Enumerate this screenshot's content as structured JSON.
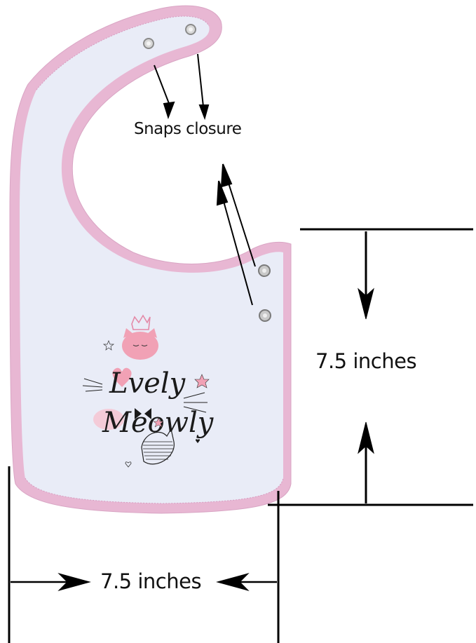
{
  "product": {
    "name": "Baby bib",
    "print": {
      "line1": "Lvely",
      "line2": "Meowly"
    },
    "colors": {
      "trim": "#e8b7d3",
      "trim_stitch": "#d79cc0",
      "body": "#e9ecf7",
      "print_pink": "#f1a1b5",
      "ink": "#1a1a1a"
    }
  },
  "annotations": {
    "snaps_label": "Snaps closure",
    "height_label": "7.5 inches",
    "width_label": "7.5 inches",
    "line_color": "#000000"
  }
}
